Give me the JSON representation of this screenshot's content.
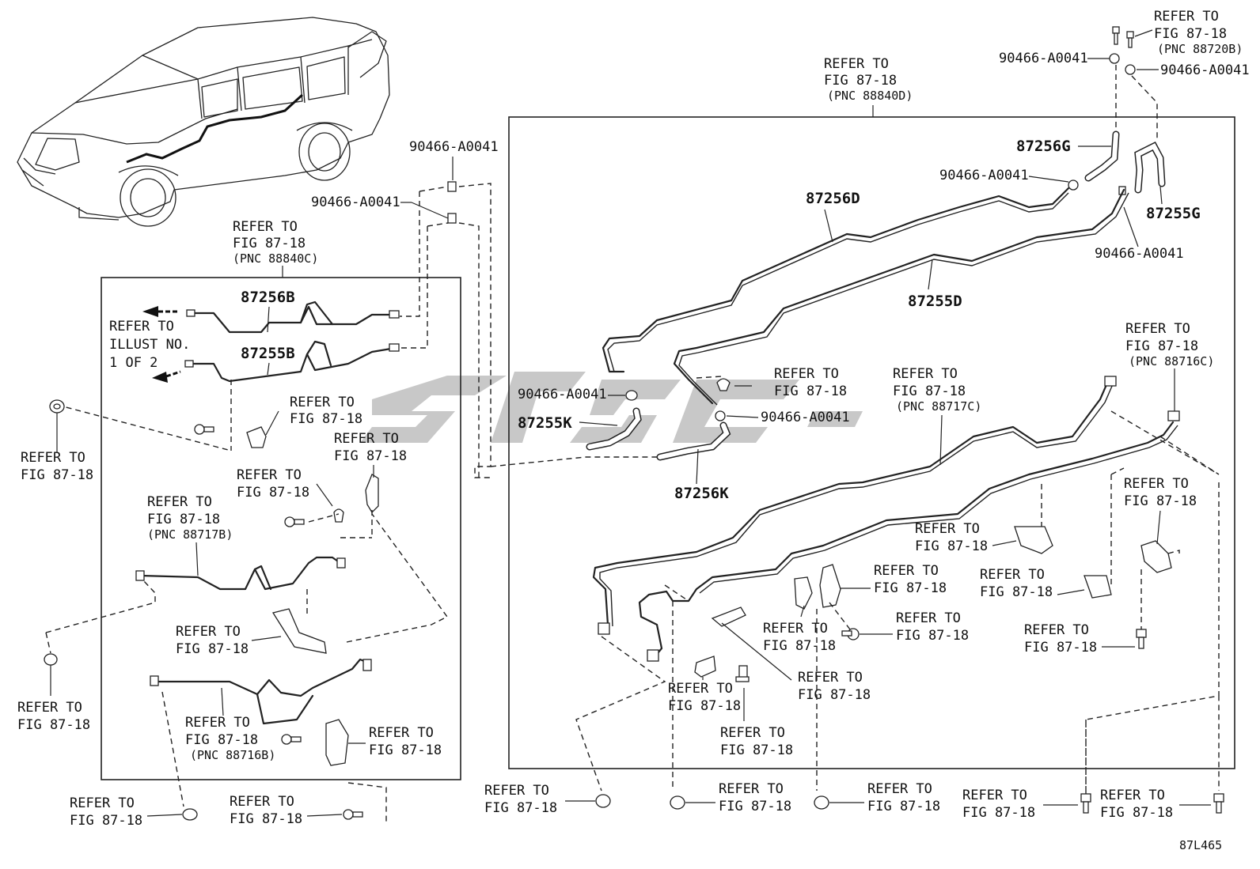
{
  "diagram": {
    "figure_code": "87L465",
    "watermark_text": "",
    "refer_fig": [
      "REFER TO",
      "FIG 87-18"
    ],
    "refer_illust": [
      "REFER TO",
      "ILLUST NO.",
      "1 OF 2"
    ],
    "parts": {
      "p87256B": "87256B",
      "p87255B": "87255B",
      "p87256D": "87256D",
      "p87255D": "87255D",
      "p87256G": "87256G",
      "p87255G": "87255G",
      "p87255K": "87255K",
      "p87256K": "87256K",
      "clamp": "90466-A0041"
    },
    "pnc": {
      "pnc_88840C": "(PNC 88840C)",
      "pnc_88840D": "(PNC 88840D)",
      "pnc_88720B": "(PNC 88720B)",
      "pnc_88717B": "(PNC 88717B)",
      "pnc_88717C": "(PNC 88717C)",
      "pnc_88716B": "(PNC 88716B)",
      "pnc_88716C": "(PNC 88716C)"
    }
  }
}
